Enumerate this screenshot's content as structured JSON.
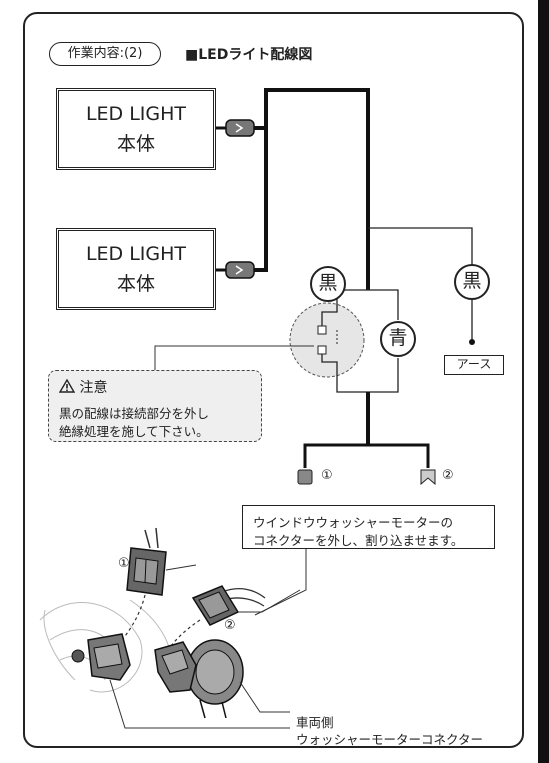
{
  "header": {
    "tag": "作業内容:(2)",
    "title": "■LEDライト配線図"
  },
  "led_boxes": [
    {
      "line1": "LED LIGHT",
      "line2": "本体"
    },
    {
      "line1": "LED LIGHT",
      "line2": "本体"
    }
  ],
  "wire_labels": {
    "black_left": "黒",
    "blue": "青",
    "black_right": "黒"
  },
  "earth_label": "アース",
  "caution": {
    "heading": "注意",
    "line1": "黒の配線は接続部分を外し",
    "line2": "絶縁処理を施して下さい。"
  },
  "connectors": {
    "c1": "①",
    "c2": "②"
  },
  "callout": {
    "line1": "ウインドウウォッシャーモーターの",
    "line2": "コネクターを外し、割り込ませます。"
  },
  "illustration_labels": {
    "n1": "①",
    "n2": "②"
  },
  "vehicle_label": {
    "line1": "車両側",
    "line2": "ウォッシャーモーターコネクター"
  },
  "colors": {
    "outline": "#222222",
    "caution_bg": "#efefef",
    "zoom_bg": "#e6e6e6"
  }
}
